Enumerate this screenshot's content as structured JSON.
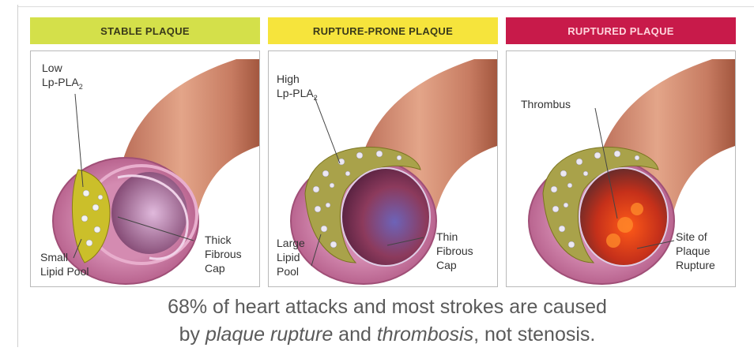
{
  "panels": [
    {
      "title": "STABLE PLAQUE",
      "header_color": "#d4e04a",
      "labels": {
        "top": "Low\nLp-PLA",
        "top_sub": "2",
        "bottom_left": "Small\nLipid Pool",
        "bottom_right": "Thick\nFibrous\nCap"
      }
    },
    {
      "title": "RUPTURE-PRONE PLAQUE",
      "header_color": "#f6e43c",
      "labels": {
        "top": "High\nLp-PLA",
        "top_sub": "2",
        "bottom_left": "Large\nLipid\nPool",
        "bottom_right": "Thin\nFibrous\nCap"
      }
    },
    {
      "title": "RUPTURED PLAQUE",
      "header_color": "#c81a4a",
      "labels": {
        "top": "Thrombus",
        "bottom_right": "Site of\nPlaque\nRupture"
      }
    }
  ],
  "caption": {
    "line1": "68% of heart attacks and most strokes are caused",
    "line2_prefix": "by ",
    "line2_em1": "plaque rupture",
    "line2_mid": " and ",
    "line2_em2": "thrombosis",
    "line2_suffix": ", not stenosis."
  }
}
